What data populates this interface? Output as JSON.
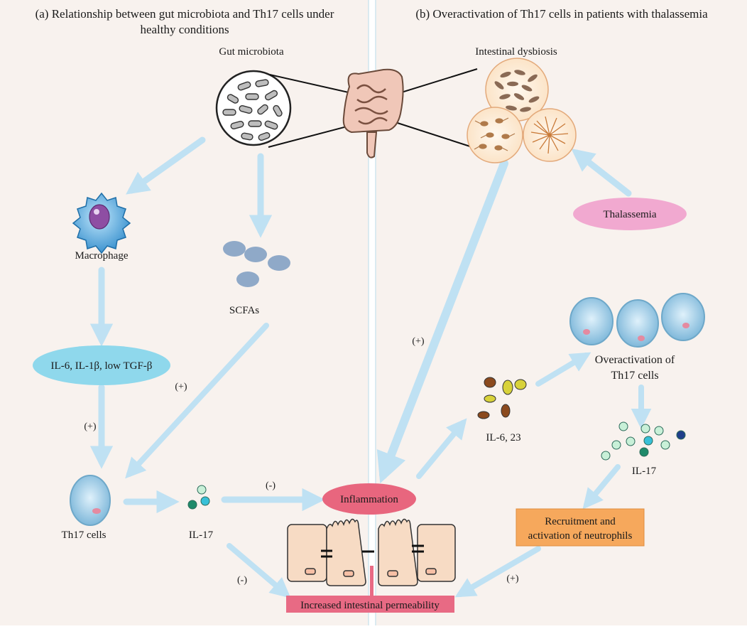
{
  "panel_a": {
    "title_line1": "(a) Relationship between gut microbiota and Th17 cells under",
    "title_line2": "healthy conditions",
    "gut_microbiota_label": "Gut microbiota",
    "macrophage_label": "Macrophage",
    "scfas_label": "SCFAs",
    "cytokines_label": "IL-6, IL-1β, low TGF-β",
    "plus_label_1": "(+)",
    "plus_label_2": "(+)",
    "th17_label": "Th17 cells",
    "il17_label": "IL-17",
    "minus_label_1": "(-)",
    "minus_label_2": "(-)"
  },
  "center": {
    "inflammation_label": "Inflammation",
    "permeability_label": "Increased intestinal permeability"
  },
  "panel_b": {
    "title": "(b) Overactivation of Th17 cells in patients with thalassemia",
    "dysbiosis_label": "Intestinal dysbiosis",
    "thalassemia_label": "Thalassemia",
    "plus_label_1": "(+)",
    "plus_label_2": "(+)",
    "il6_23_label": "IL-6,  23",
    "overactivation_line1": "Overactivation of",
    "overactivation_line2": "Th17 cells",
    "il17_label": "IL-17",
    "neutrophils_line1": "Recruitment and",
    "neutrophils_line2": "activation of neutrophils"
  },
  "colors": {
    "panel_bg": "#f8f2ee",
    "divider": "#cfe6ee",
    "arrow": "#bfe1f3",
    "cytokine_ellipse": "#8fd8ec",
    "inflammation_fill": "#e8667e",
    "thalassemia_fill": "#f1a9d0",
    "neutrophil_box": "#f6a85c",
    "permeability_box": "#e86a84",
    "epithelial_cell": "#f7dbc4",
    "scfa_dot": "#8fa9c8"
  }
}
